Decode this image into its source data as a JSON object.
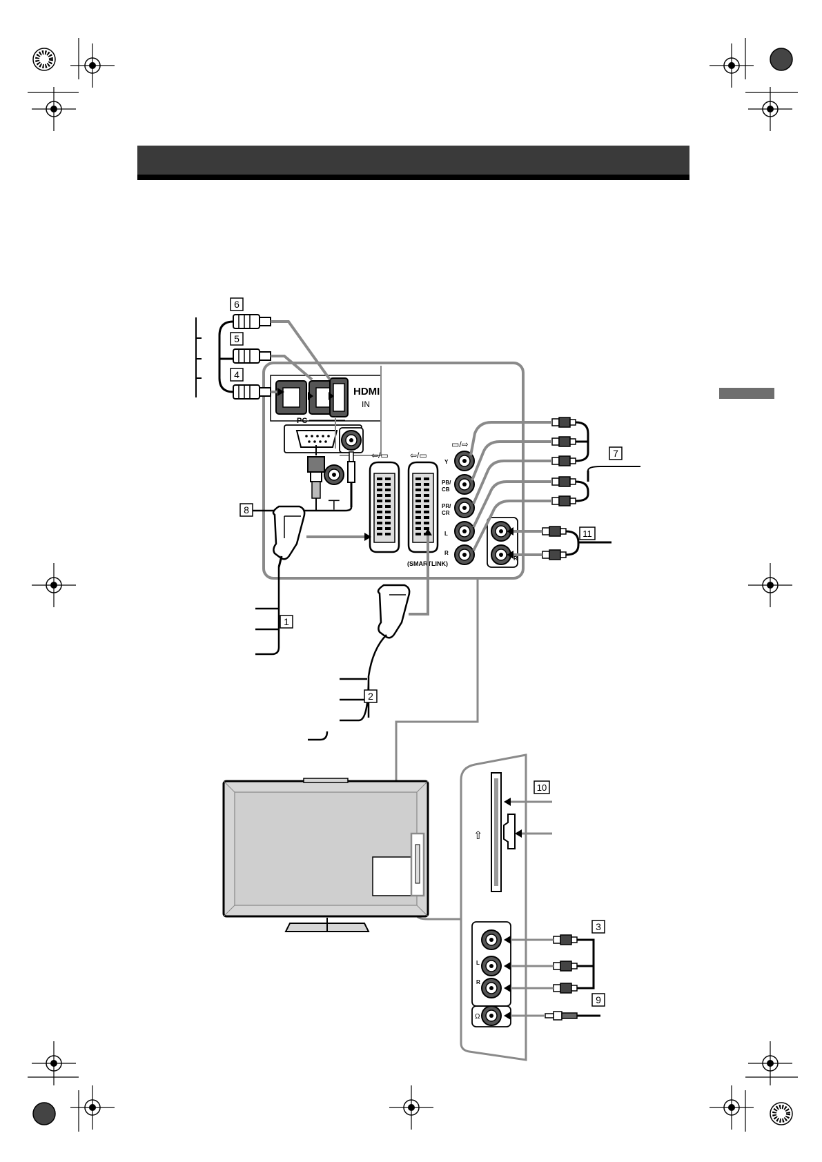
{
  "header": {
    "title": ""
  },
  "hdmi_panel": {
    "logo": "HDMI",
    "in_label": "IN",
    "pc_label": "PC"
  },
  "component_panel": {
    "y_label": "Y",
    "pb_label": "PB/",
    "cb_label": "CB",
    "pr_label": "PR/",
    "cr_label": "CR",
    "l_label": "L",
    "r_label": "R"
  },
  "monitor_panel": {
    "r_label": "R"
  },
  "scart": {
    "smartlink_label": "(SMARTLINK)"
  },
  "side_panel": {
    "l_label": "L",
    "r_label": "R"
  },
  "callouts": {
    "n1": "1",
    "n2": "2",
    "n3": "3",
    "n4": "4",
    "n5": "5",
    "n6": "6",
    "n7": "7",
    "n8": "8",
    "n9": "9",
    "n10": "10",
    "n11": "11"
  },
  "colors": {
    "header": "#3a3a3a",
    "panel_stroke": "#8a8a8a",
    "side_tab": "#6e6e6e",
    "tv_screen": "#d6d6d6"
  }
}
